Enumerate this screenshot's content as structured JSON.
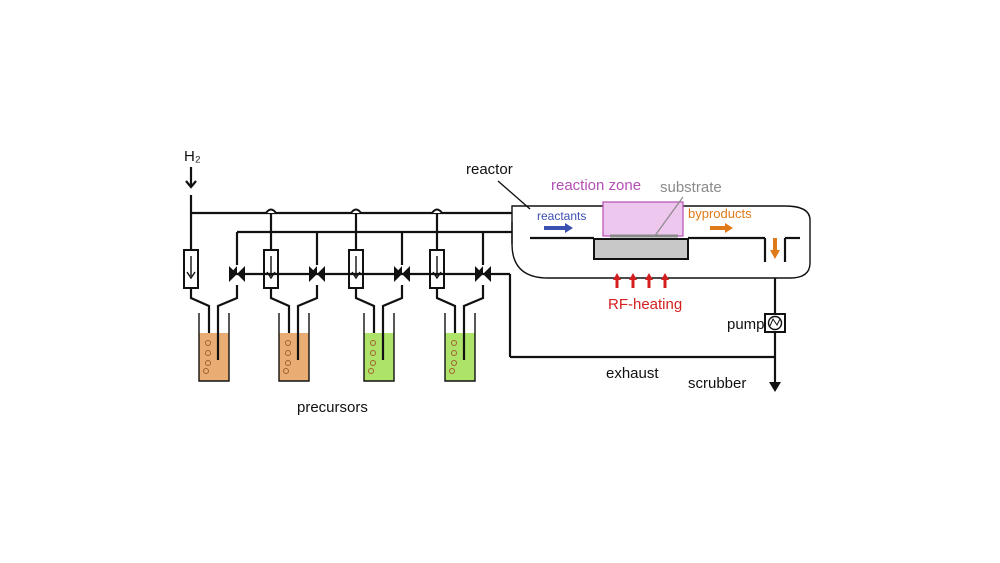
{
  "labels": {
    "h2": "H₂",
    "reactor": "reactor",
    "reaction_zone": "reaction zone",
    "substrate": "substrate",
    "reactants": "reactants",
    "byproducts": "byproducts",
    "rf_heating": "RF-heating",
    "pump": "pump",
    "exhaust": "exhaust",
    "scrubber": "scrubber",
    "precursors": "precursors"
  },
  "colors": {
    "reaction_zone": "#b44fb4",
    "reaction_zone_fill": "#eec7ee",
    "substrate": "#8a8a8a",
    "reactants": "#3a4fb0",
    "byproducts": "#e07a18",
    "rf_heating": "#d41f1f",
    "liquid_orange": "#e9ad74",
    "liquid_green": "#aee36a",
    "susceptor": "#c8c8c8"
  },
  "precursors": [
    {
      "liquid": "orange"
    },
    {
      "liquid": "orange"
    },
    {
      "liquid": "green"
    },
    {
      "liquid": "green"
    }
  ]
}
